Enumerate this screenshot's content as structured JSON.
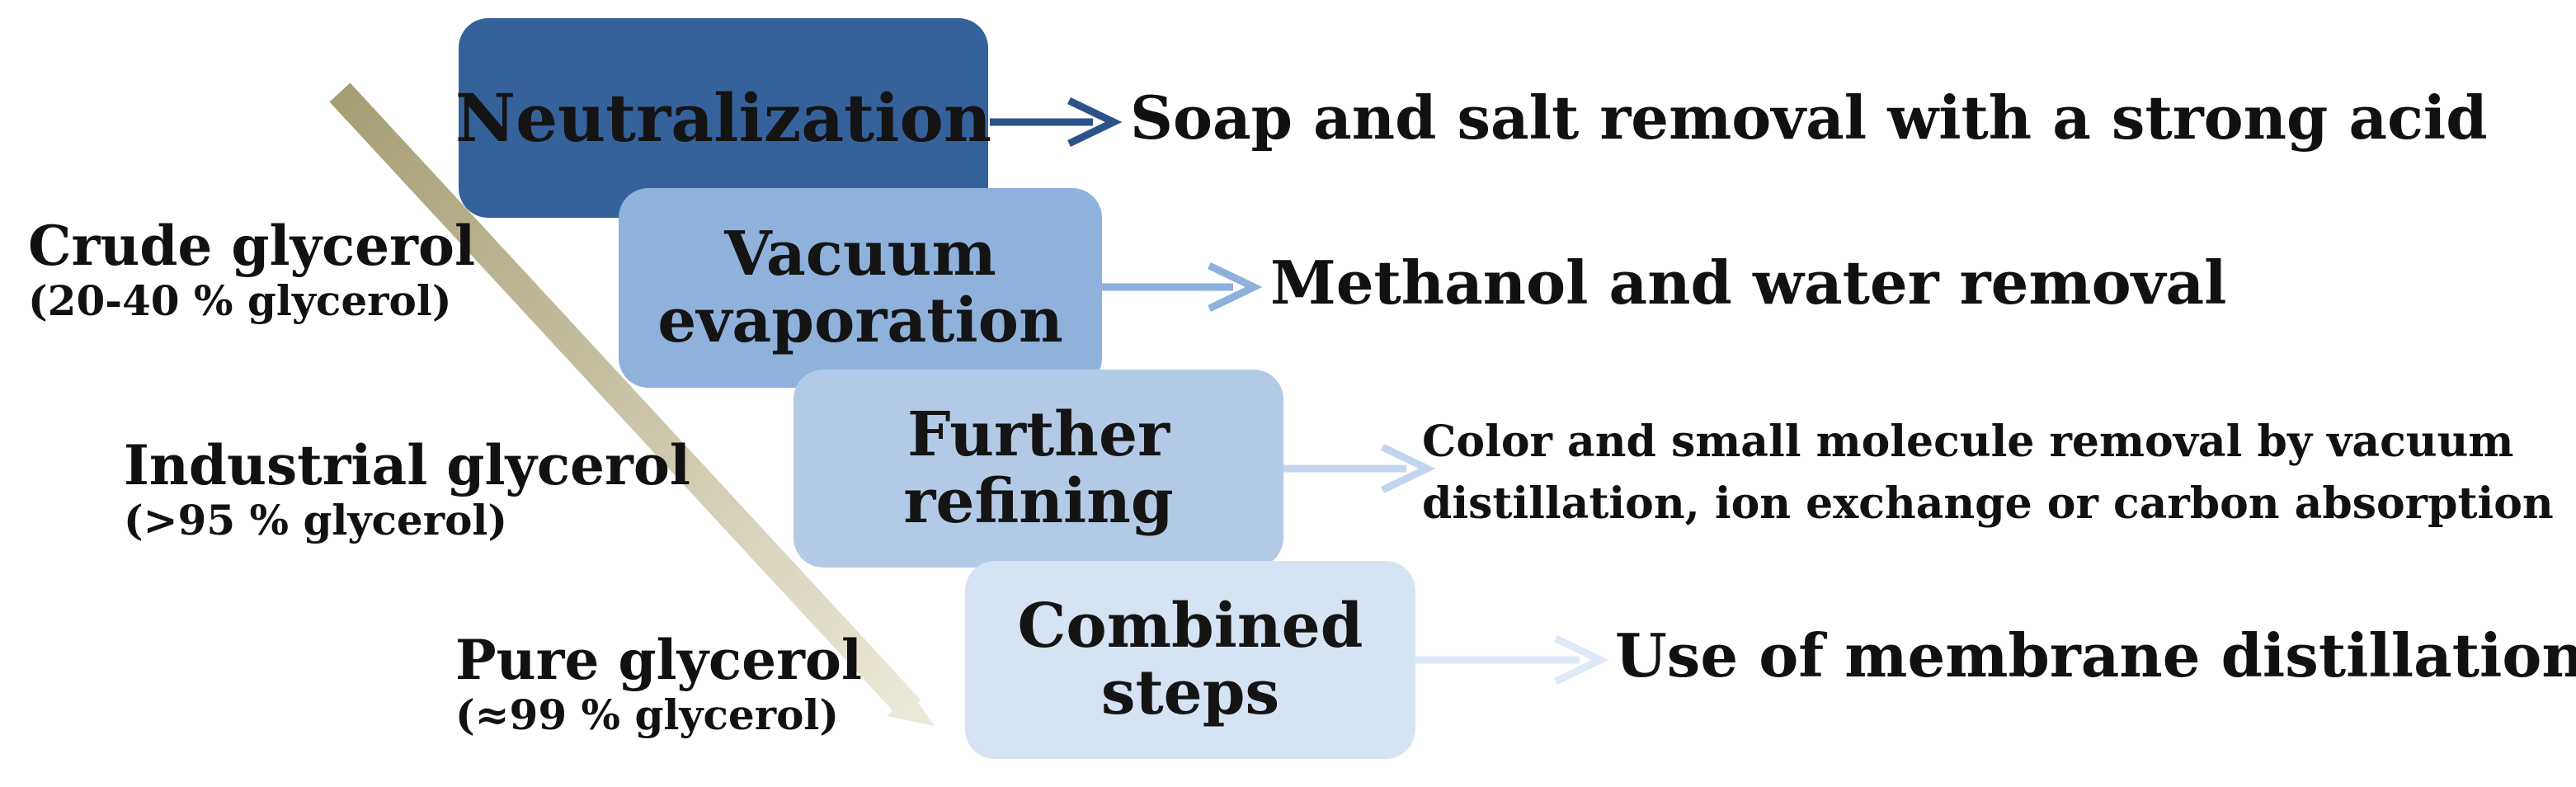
{
  "colors": {
    "neutralization_box": "#36629b",
    "vacuum_box": "#8fb2dc",
    "refining_box": "#b3cae6",
    "combined_box": "#d6e3f3",
    "gradient_arrow_start": "#a59e73",
    "gradient_arrow_end": "#ece8d8"
  },
  "steps": [
    {
      "line1": "Neutralization",
      "line2": ""
    },
    {
      "line1": "Vacuum",
      "line2": "evaporation"
    },
    {
      "line1": "Further",
      "line2": "refining"
    },
    {
      "line1": "Combined",
      "line2": "steps"
    }
  ],
  "results": [
    {
      "line1": "Soap and salt removal with a strong acid",
      "line2": ""
    },
    {
      "line1": "Methanol and water removal",
      "line2": ""
    },
    {
      "line1": "Color and small molecule removal by vacuum",
      "line2": "distillation, ion exchange or carbon absorption"
    },
    {
      "line1": "Use of membrane distillation",
      "line2": ""
    }
  ],
  "stages": [
    {
      "name": "Crude glycerol",
      "purity": "(20-40 % glycerol)"
    },
    {
      "name": "Industrial glycerol",
      "purity": "(>95 % glycerol)"
    },
    {
      "name": "Pure glycerol",
      "purity": "(≈99 % glycerol)"
    }
  ],
  "icons": {
    "purity_arrow": "diagonal-gradient-arrow-icon",
    "step_arrow": "right-arrow-icon"
  }
}
